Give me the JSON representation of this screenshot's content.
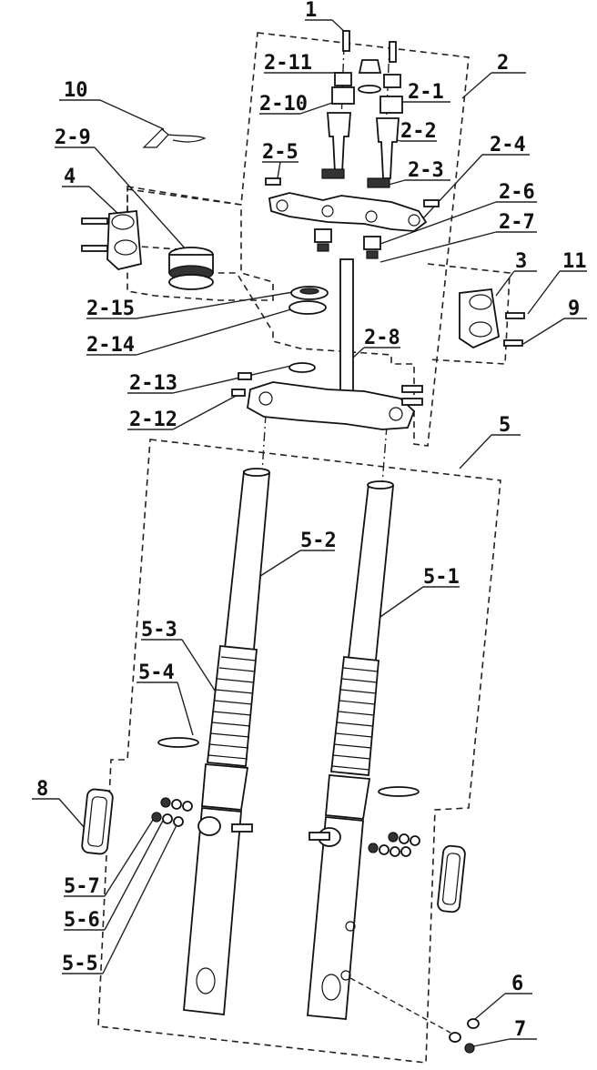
{
  "labels": {
    "l1": "1",
    "l2": "2",
    "l2_1": "2-1",
    "l2_2": "2-2",
    "l2_3": "2-3",
    "l2_4": "2-4",
    "l2_5": "2-5",
    "l2_6": "2-6",
    "l2_7": "2-7",
    "l2_8": "2-8",
    "l2_9": "2-9",
    "l2_10": "2-10",
    "l2_11": "2-11",
    "l2_12": "2-12",
    "l2_13": "2-13",
    "l2_14": "2-14",
    "l2_15": "2-15",
    "l3": "3",
    "l4": "4",
    "l5": "5",
    "l5_1": "5-1",
    "l5_2": "5-2",
    "l5_3": "5-3",
    "l5_4": "5-4",
    "l5_5": "5-5",
    "l5_6": "5-6",
    "l5_7": "5-7",
    "l6": "6",
    "l7": "7",
    "l8": "8",
    "l9": "9",
    "l10": "10",
    "l11": "11"
  }
}
